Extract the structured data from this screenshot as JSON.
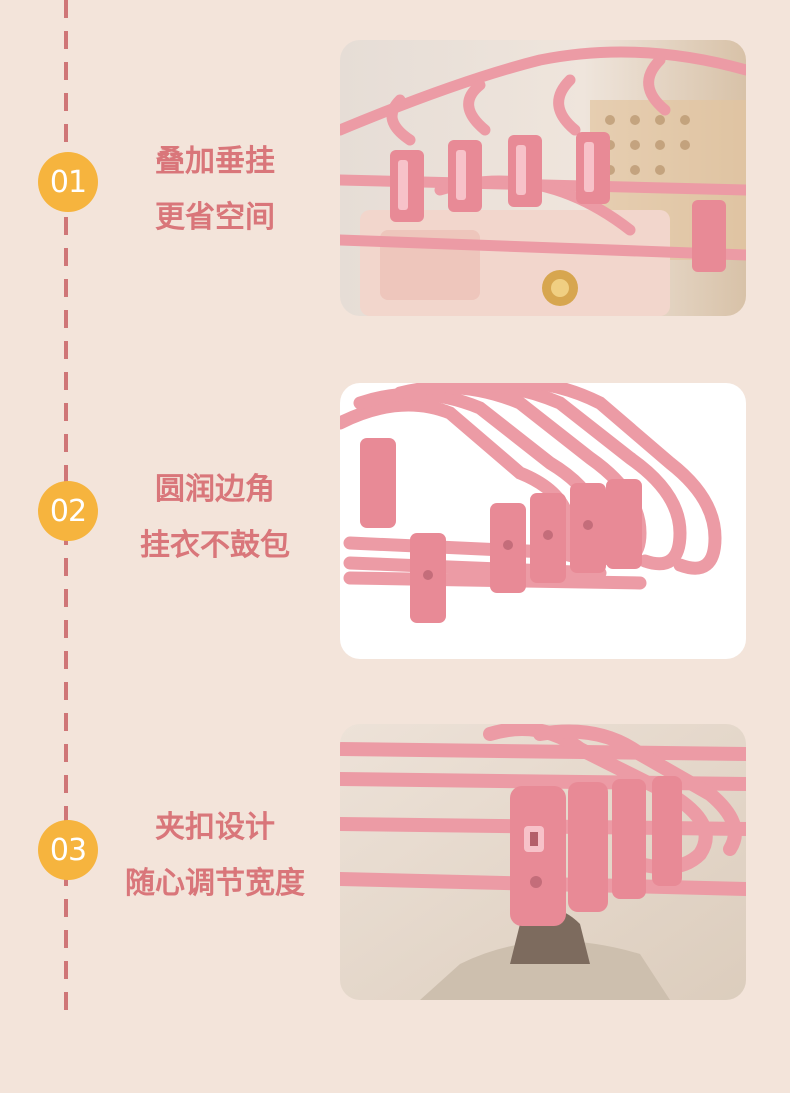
{
  "features": [
    {
      "number": "01",
      "line1": "叠加垂挂",
      "line2": "更省空间"
    },
    {
      "number": "02",
      "line1": "圆润边角",
      "line2": "挂衣不鼓包"
    },
    {
      "number": "03",
      "line1": "夹扣设计",
      "line2": "随心调节宽度"
    }
  ],
  "colors": {
    "background": "#f3e4da",
    "accent_text": "#d9767a",
    "badge": "#f6b43e",
    "dash_line": "#cf7677",
    "hanger_pink": "#ec9ba5"
  }
}
